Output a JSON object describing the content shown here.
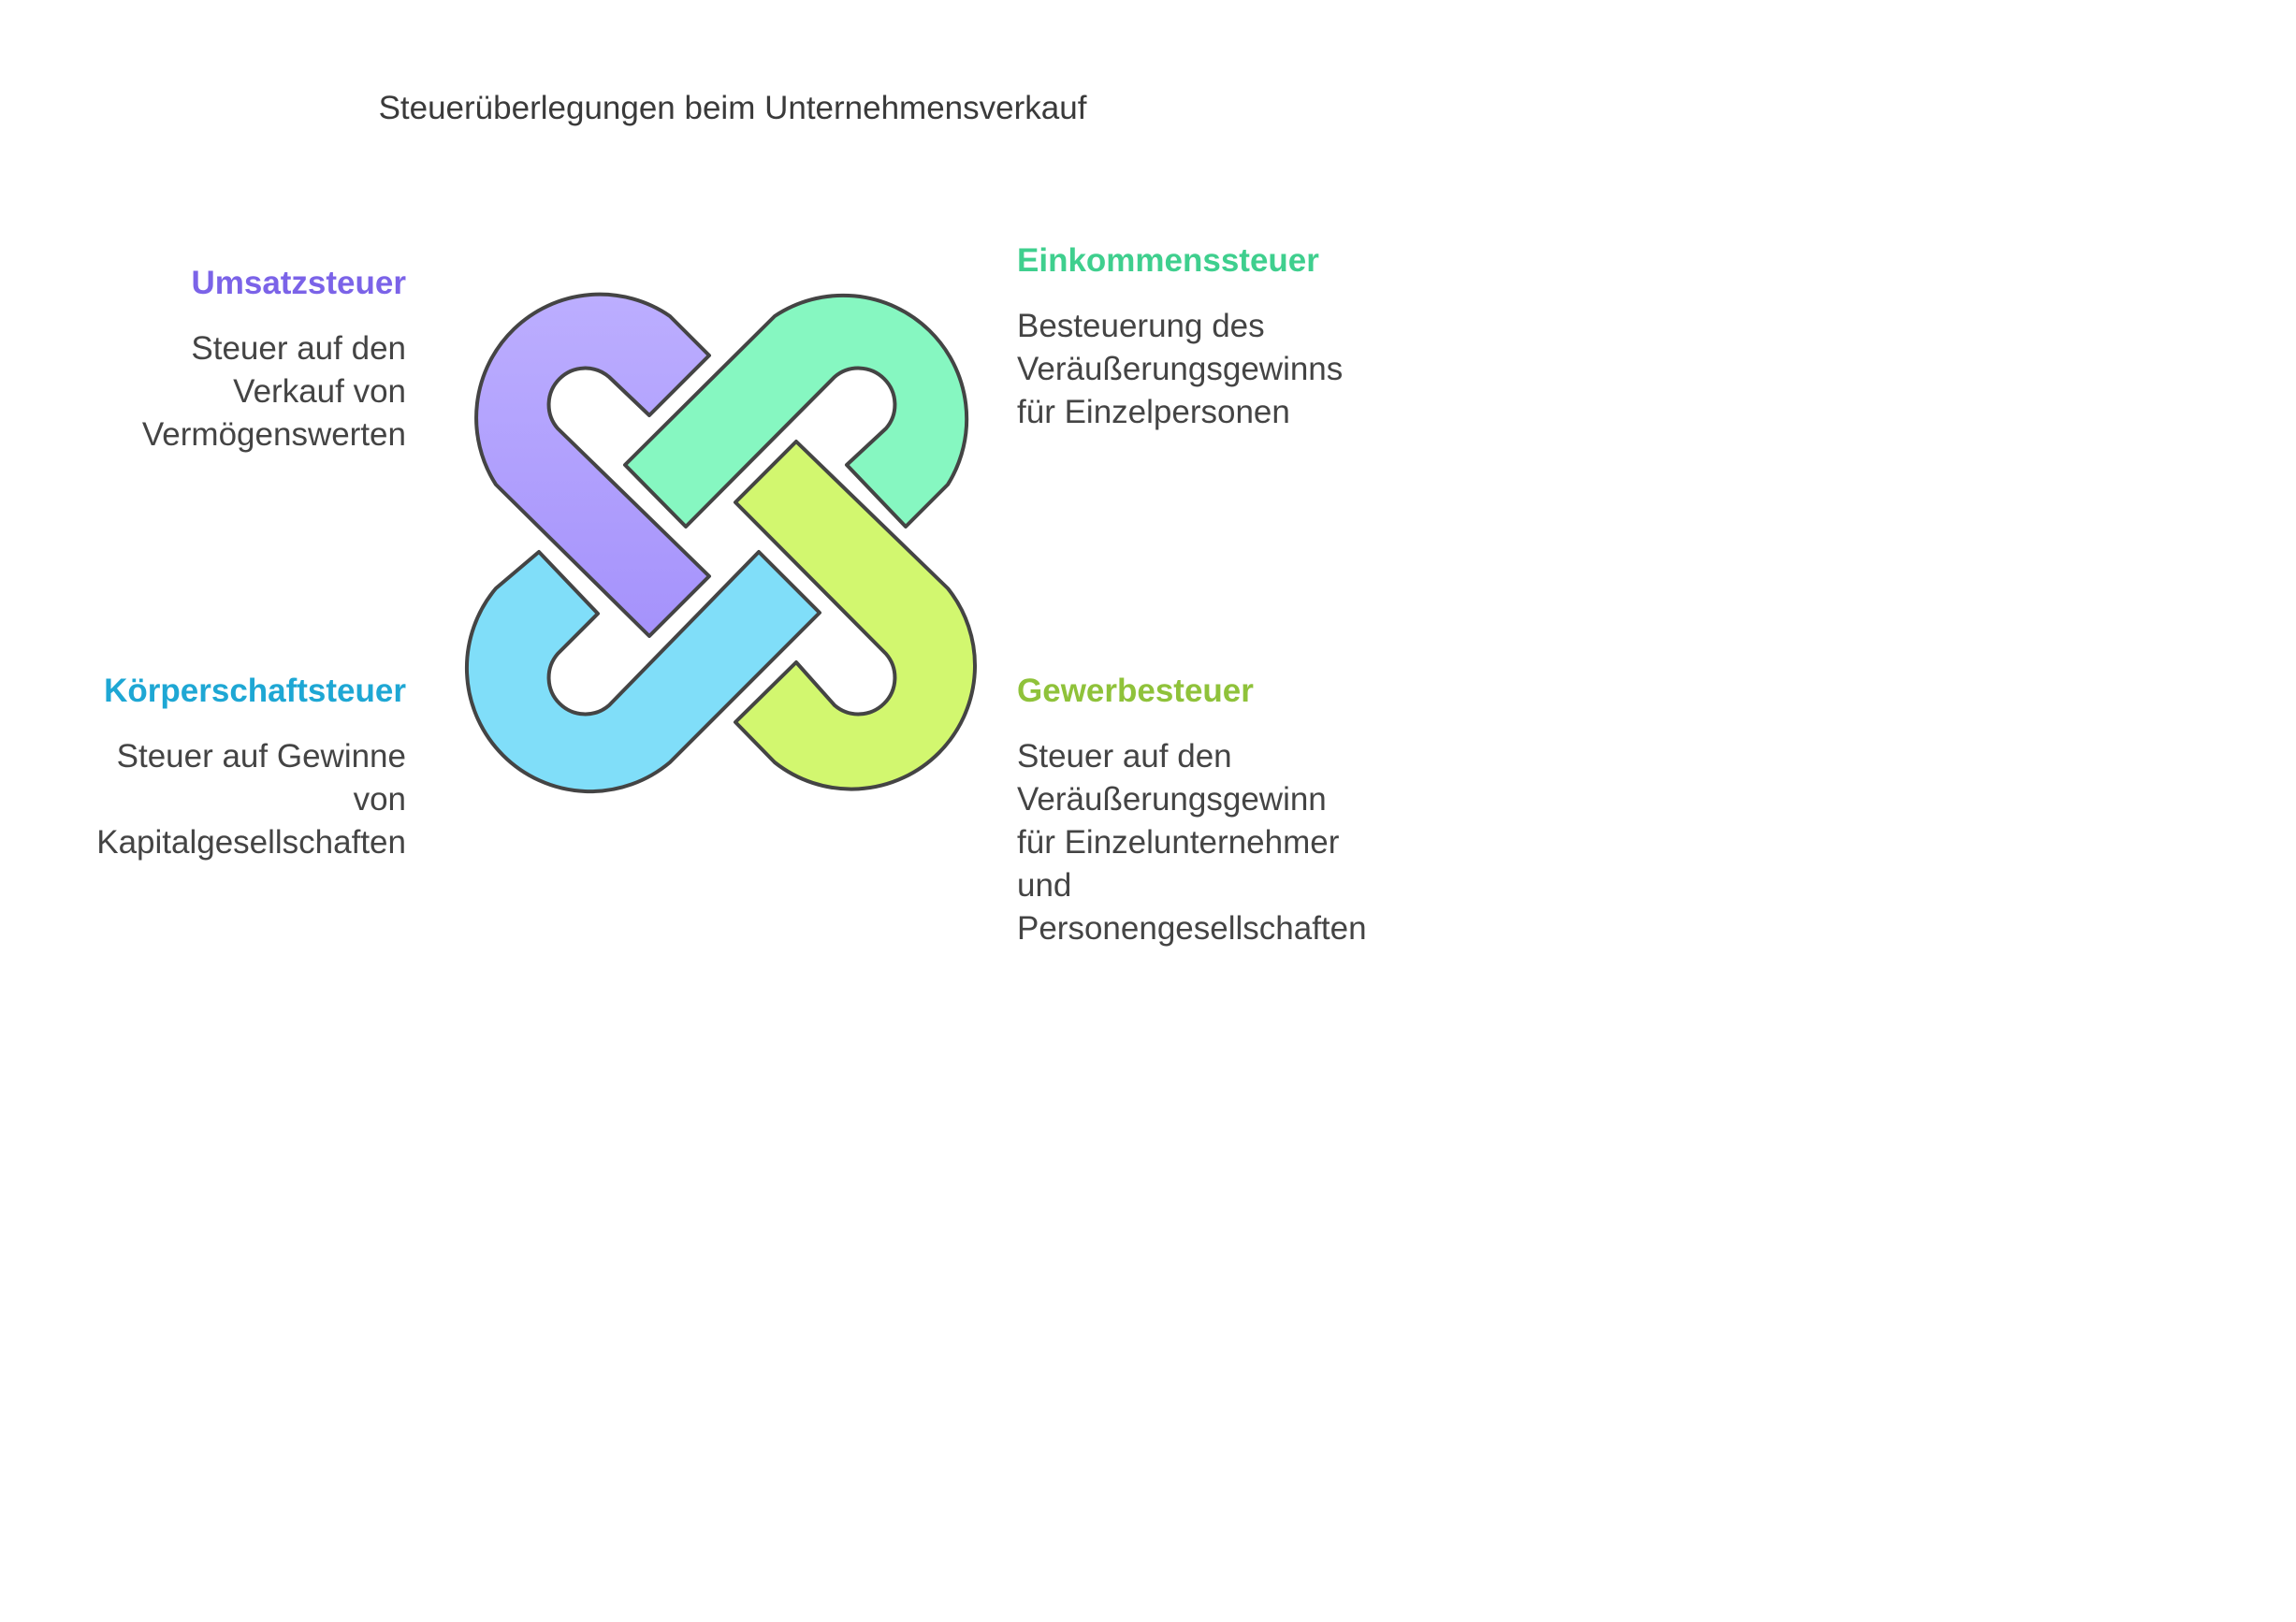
{
  "title": "Steuerüberlegungen beim Unternehmensverkauf",
  "items": [
    {
      "id": "umsatzsteuer",
      "heading": "Umsatzsteuer",
      "color": "#7b63e8",
      "fill": "#b3a5ff",
      "description_lines": [
        "Steuer auf den",
        "Verkauf von",
        "Vermögenswerten"
      ]
    },
    {
      "id": "einkommenssteuer",
      "heading": "Einkommenssteuer",
      "color": "#3fcf8e",
      "fill": "#86f7c1",
      "description_lines": [
        "Besteuerung des",
        "Veräußerungsgewinns",
        "für Einzelpersonen"
      ]
    },
    {
      "id": "koerperschaftsteuer",
      "heading": "Körperschaftsteuer",
      "color": "#1ea7d4",
      "fill": "#80def9",
      "description_lines": [
        "Steuer auf Gewinne",
        "von",
        "Kapitalgesellschaften"
      ]
    },
    {
      "id": "gewerbesteuer",
      "heading": "Gewerbesteuer",
      "color": "#8fc23a",
      "fill": "#d2f76f",
      "description_lines": [
        "Steuer auf den",
        "Veräußerungsgewinn",
        "für Einzelunternehmer",
        "und",
        "Personengesellschaften"
      ]
    }
  ],
  "stroke_color": "#444444"
}
